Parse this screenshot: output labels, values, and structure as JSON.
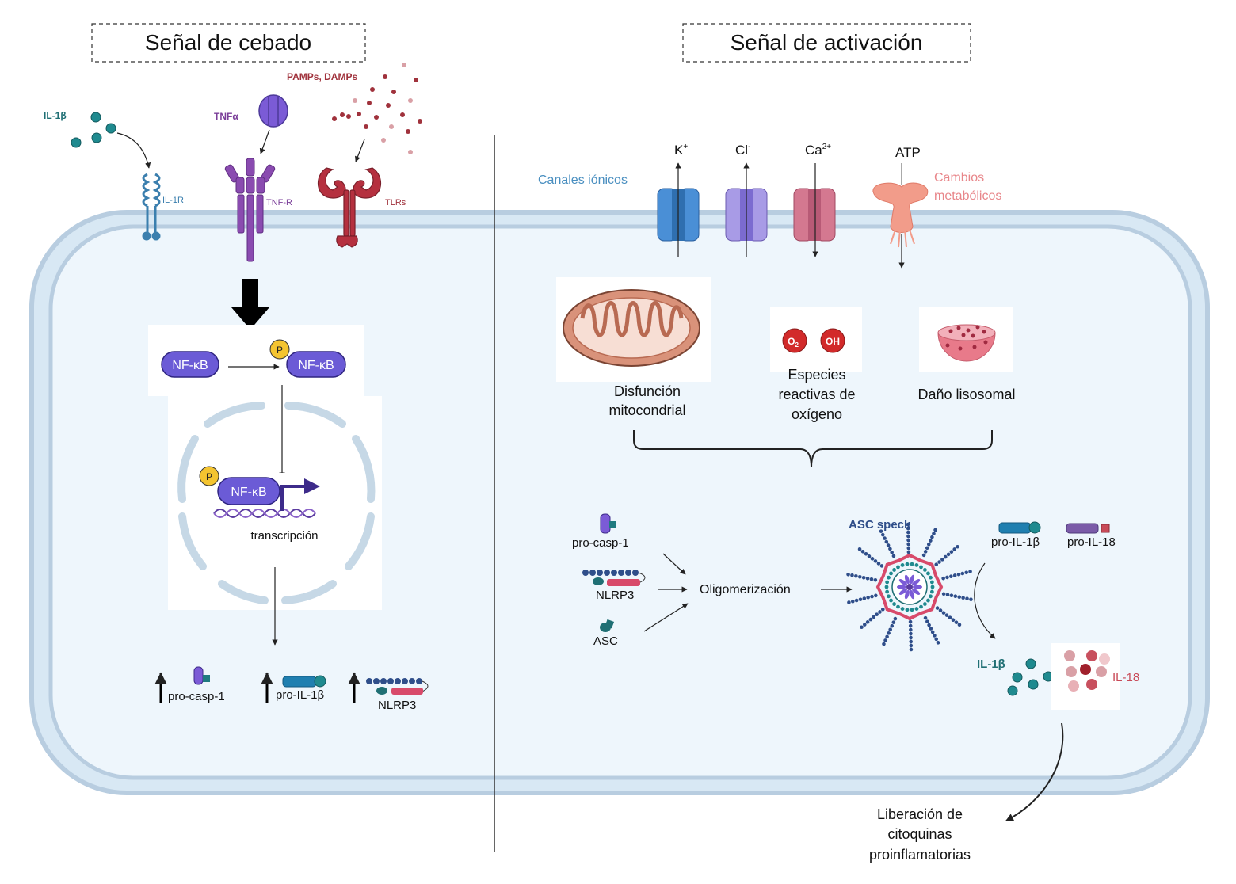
{
  "titles": {
    "priming": "Señal de cebado",
    "activation": "Señal de activación"
  },
  "priming": {
    "ligands": {
      "il1b": "IL-1β",
      "tnfa": "TNFα",
      "pamps": "PAMPs, DAMPs"
    },
    "receptors": {
      "il1r": "IL-1R",
      "tnfr": "TNF-R",
      "tlrs": "TLRs"
    },
    "nfkb": "NF-κB",
    "phospho": "P",
    "transcription": "transcripción",
    "products": {
      "casp": "pro-casp-1",
      "il1b": "pro-IL-1β",
      "nlrp3": "NLRP3"
    }
  },
  "activation": {
    "ion_channels_label": "Canales iónicos",
    "metabolic_line1": "Cambios",
    "metabolic_line2": "metabólicos",
    "ions": {
      "k": "K",
      "k_sup": "+",
      "cl": "Cl",
      "cl_sup": "-",
      "ca": "Ca",
      "ca_sup": "2+",
      "atp": "ATP"
    },
    "triggers": {
      "mito_line1": "Disfunción",
      "mito_line2": "mitocondrial",
      "ros_line1": "Especies",
      "ros_line2": "reactivas de",
      "ros_line3": "oxígeno",
      "ros_o2": "O",
      "ros_o2_sub": "2",
      "ros_oh": "OH",
      "lyso": "Daño lisosomal"
    },
    "assembly": {
      "casp": "pro-casp-1",
      "nlrp3": "NLRP3",
      "asc": "ASC",
      "oligo": "Oligomerización",
      "speck": "ASC speck",
      "pro_il1b": "pro-IL-1β",
      "pro_il18": "pro-IL-18",
      "il1b": "IL-1β",
      "il18": "IL-18"
    },
    "release_line1": "Liberación de",
    "release_line2": "citoquinas",
    "release_line3": "proinflamatorias"
  },
  "colors": {
    "teal": "#1f8a8f",
    "purple": "#7b5bd6",
    "pamps": "#a0323c",
    "tlr": "#b5303f",
    "il1r": "#3b7fae",
    "cell_fill": "#eef6fc",
    "cell_stroke": "#b8cde0",
    "ion_label": "#4a8fc0",
    "metabolic": "#e8868a"
  }
}
